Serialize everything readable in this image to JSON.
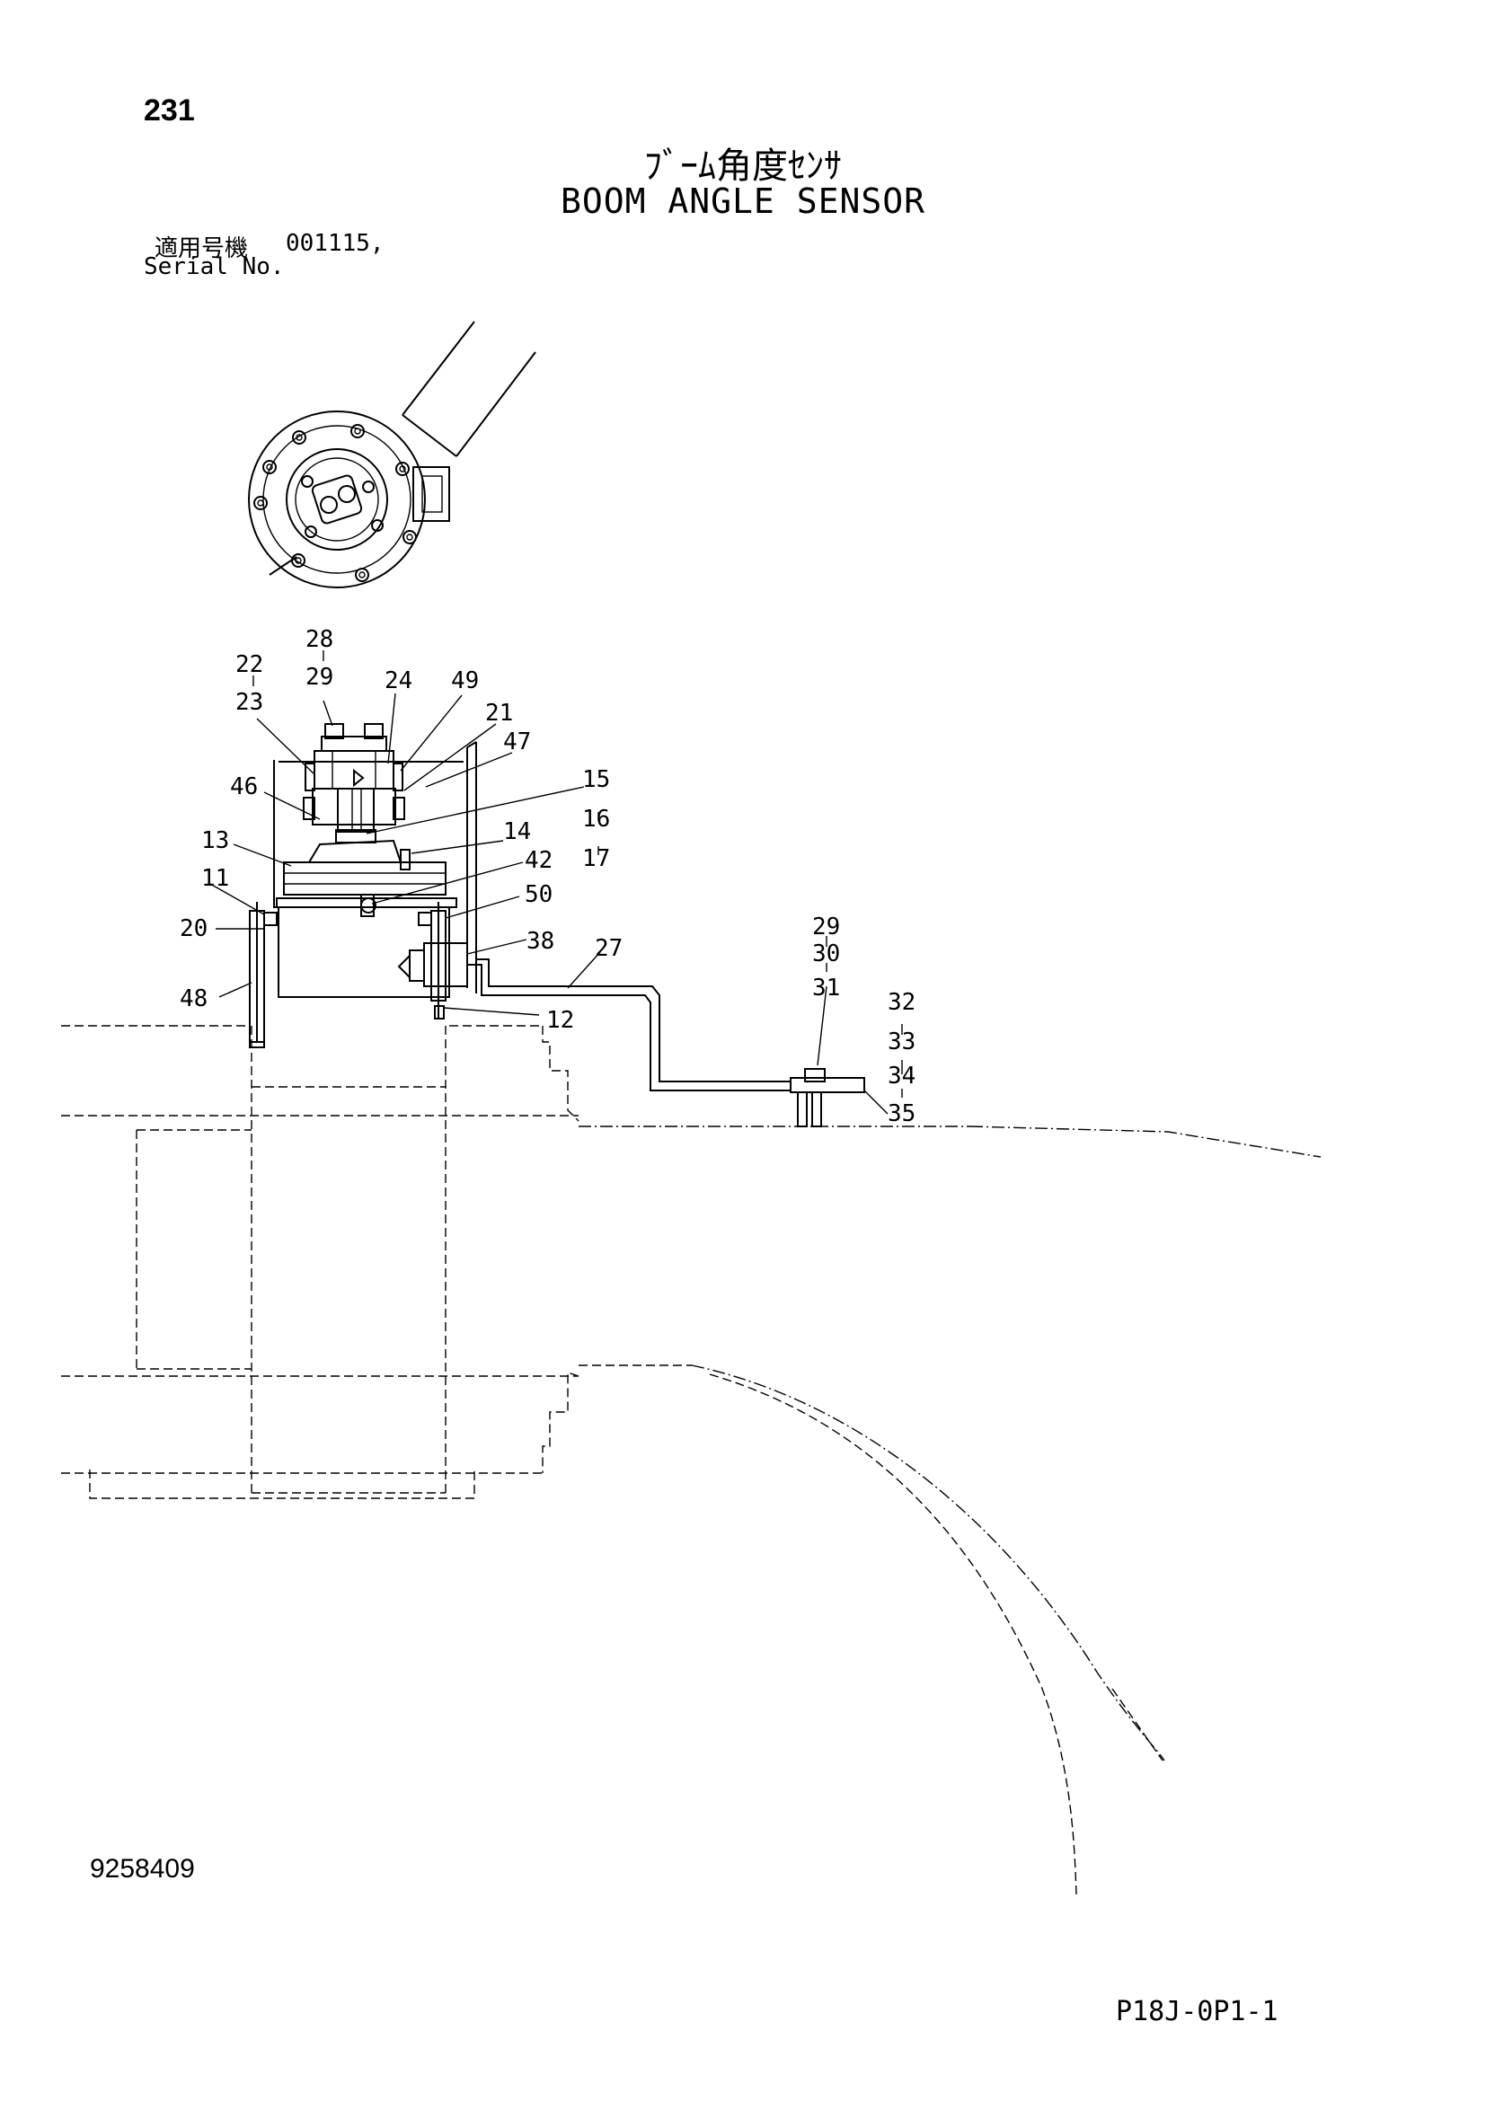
{
  "header": {
    "page_number": "231",
    "title_jp": "ﾌﾞｰﾑ角度ｾﾝｻ",
    "title_en": "BOOM ANGLE SENSOR"
  },
  "serial": {
    "label_jp": "適用号機",
    "value": "001115,",
    "label_en": "Serial No."
  },
  "callouts": {
    "c28_29": [
      "28",
      "29"
    ],
    "c22_23": [
      "22",
      "23"
    ],
    "c24": "24",
    "c49": "49",
    "c21": "21",
    "c47": "47",
    "c46": "46",
    "c15_17": [
      "15",
      "16",
      "17"
    ],
    "c13": "13",
    "c14": "14",
    "c42": "42",
    "c11": "11",
    "c50": "50",
    "c20": "20",
    "c38": "38",
    "c27": "27",
    "c48": "48",
    "c12": "12",
    "c29_31": [
      "29",
      "30",
      "31"
    ],
    "c32_35": [
      "32",
      "33",
      "34",
      "35"
    ]
  },
  "footer": {
    "doc_number": "9258409",
    "drawing_code": "P18J-0P1-1"
  }
}
